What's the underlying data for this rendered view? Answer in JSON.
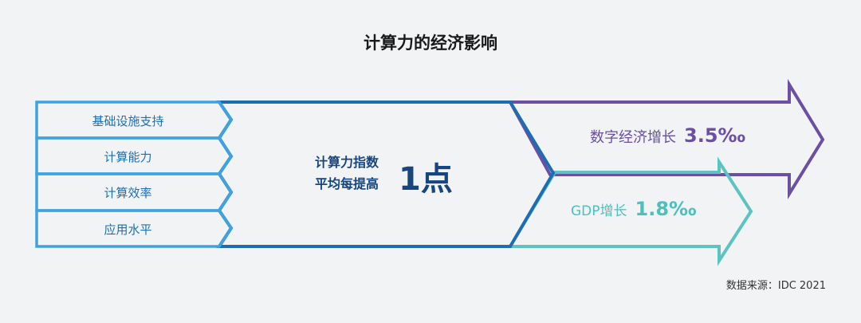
{
  "title": "计算力的经济影响",
  "factors": [
    "基础设施支持",
    "计算能力",
    "计算效率",
    "应用水平"
  ],
  "center": {
    "line1": "计算力指数",
    "line2": "平均每提高",
    "value": "1点"
  },
  "outcomes": {
    "digital_economy": {
      "label": "数字经济增长",
      "value": "3.5‰"
    },
    "gdp": {
      "label": "GDP增长",
      "value": "1.8‰"
    }
  },
  "source": "数据来源：IDC 2021",
  "colors": {
    "factors": "#3fa3e0",
    "center": "#1e6db3",
    "digital": "#6a4fa3",
    "gdp": "#5cc4c0"
  }
}
